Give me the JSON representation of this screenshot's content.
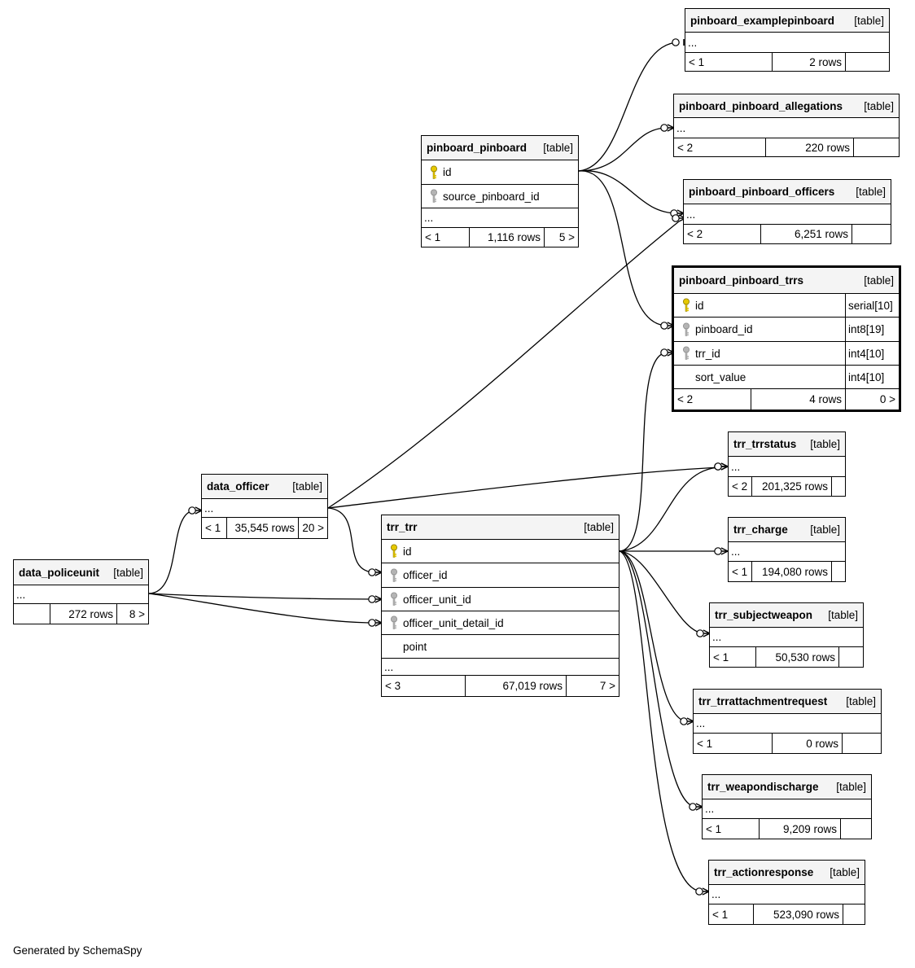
{
  "credit": "Generated by SchemaSpy",
  "tag": "[table]",
  "tables": {
    "pinboard_examplepinboard": {
      "name": "pinboard_examplepinboard",
      "cols": [],
      "ell": "...",
      "foot": [
        "< 1",
        "2 rows",
        ""
      ]
    },
    "pinboard_pinboard_allegations": {
      "name": "pinboard_pinboard_allegations",
      "cols": [],
      "ell": "...",
      "foot": [
        "< 2",
        "220 rows",
        ""
      ]
    },
    "pinboard_pinboard": {
      "name": "pinboard_pinboard",
      "cols": [
        {
          "name": "id",
          "key": "pk"
        },
        {
          "name": "source_pinboard_id",
          "key": "fk"
        }
      ],
      "ell": "...",
      "foot": [
        "< 1",
        "1,116 rows",
        "5 >"
      ]
    },
    "pinboard_pinboard_officers": {
      "name": "pinboard_pinboard_officers",
      "cols": [],
      "ell": "...",
      "foot": [
        "< 2",
        "6,251 rows",
        ""
      ]
    },
    "pinboard_pinboard_trrs": {
      "name": "pinboard_pinboard_trrs",
      "focus": true,
      "cols": [
        {
          "name": "id",
          "key": "pk",
          "type": "serial[10]"
        },
        {
          "name": "pinboard_id",
          "key": "fk",
          "type": "int8[19]"
        },
        {
          "name": "trr_id",
          "key": "fk",
          "type": "int4[10]"
        },
        {
          "name": "sort_value",
          "key": "",
          "type": "int4[10]"
        }
      ],
      "foot": [
        "< 2",
        "4 rows",
        "0 >"
      ]
    },
    "trr_trrstatus": {
      "name": "trr_trrstatus",
      "cols": [],
      "ell": "...",
      "foot": [
        "< 2",
        "201,325 rows",
        ""
      ]
    },
    "data_officer": {
      "name": "data_officer",
      "cols": [],
      "ell": "...",
      "foot": [
        "< 1",
        "35,545 rows",
        "20 >"
      ]
    },
    "trr_trr": {
      "name": "trr_trr",
      "cols": [
        {
          "name": "id",
          "key": "pk"
        },
        {
          "name": "officer_id",
          "key": "fk"
        },
        {
          "name": "officer_unit_id",
          "key": "fk"
        },
        {
          "name": "officer_unit_detail_id",
          "key": "fk"
        },
        {
          "name": "point",
          "key": ""
        }
      ],
      "ell": "...",
      "foot": [
        "< 3",
        "67,019 rows",
        "7 >"
      ]
    },
    "trr_charge": {
      "name": "trr_charge",
      "cols": [],
      "ell": "...",
      "foot": [
        "< 1",
        "194,080 rows",
        ""
      ]
    },
    "data_policeunit": {
      "name": "data_policeunit",
      "cols": [],
      "ell": "...",
      "foot": [
        "",
        "272 rows",
        "8 >"
      ]
    },
    "trr_subjectweapon": {
      "name": "trr_subjectweapon",
      "cols": [],
      "ell": "...",
      "foot": [
        "< 1",
        "50,530 rows",
        ""
      ]
    },
    "trr_trrattachmentrequest": {
      "name": "trr_trrattachmentrequest",
      "cols": [],
      "ell": "...",
      "foot": [
        "< 1",
        "0 rows",
        ""
      ]
    },
    "trr_weapondischarge": {
      "name": "trr_weapondischarge",
      "cols": [],
      "ell": "...",
      "foot": [
        "< 1",
        "9,209 rows",
        ""
      ]
    },
    "trr_actionresponse": {
      "name": "trr_actionresponse",
      "cols": [],
      "ell": "...",
      "foot": [
        "< 1",
        "523,090 rows",
        ""
      ]
    }
  },
  "relationships": [
    {
      "from": "pinboard_pinboard.id",
      "to": "pinboard_examplepinboard"
    },
    {
      "from": "pinboard_pinboard.id",
      "to": "pinboard_pinboard_allegations"
    },
    {
      "from": "pinboard_pinboard.id",
      "to": "pinboard_pinboard_officers"
    },
    {
      "from": "pinboard_pinboard.id",
      "to": "pinboard_pinboard_trrs.pinboard_id"
    },
    {
      "from": "trr_trr.id",
      "to": "pinboard_pinboard_trrs.trr_id"
    },
    {
      "from": "data_officer",
      "to": "pinboard_pinboard_officers"
    },
    {
      "from": "data_officer",
      "to": "trr_trrstatus"
    },
    {
      "from": "data_officer",
      "to": "trr_trr.officer_id"
    },
    {
      "from": "data_policeunit",
      "to": "data_officer"
    },
    {
      "from": "data_policeunit",
      "to": "trr_trr.officer_unit_id"
    },
    {
      "from": "data_policeunit",
      "to": "trr_trr.officer_unit_detail_id"
    },
    {
      "from": "trr_trr.id",
      "to": "trr_trrstatus"
    },
    {
      "from": "trr_trr.id",
      "to": "trr_charge"
    },
    {
      "from": "trr_trr.id",
      "to": "trr_subjectweapon"
    },
    {
      "from": "trr_trr.id",
      "to": "trr_trrattachmentrequest"
    },
    {
      "from": "trr_trr.id",
      "to": "trr_weapondischarge"
    },
    {
      "from": "trr_trr.id",
      "to": "trr_actionresponse"
    }
  ]
}
